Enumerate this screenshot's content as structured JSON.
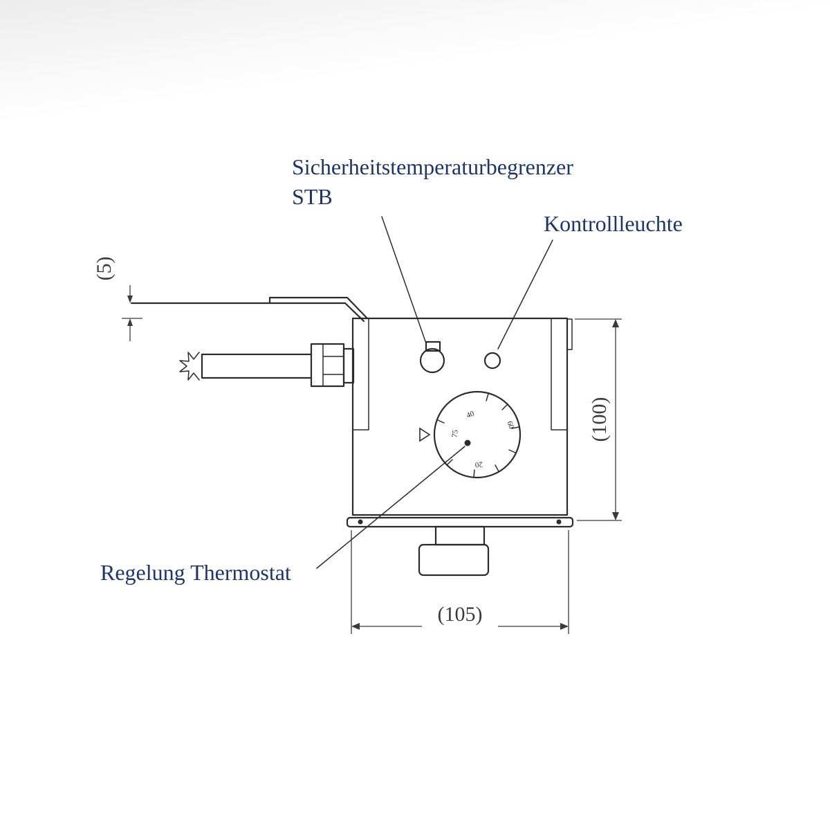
{
  "colors": {
    "label": "#1e3566",
    "line": "#2b2b2b",
    "dim": "#3a3a3a",
    "background": "#ffffff"
  },
  "annotations": {
    "stb": {
      "line1": "Sicherheitstemperaturbegrenzer",
      "line2": "STB"
    },
    "kontrollleuchte": "Kontrollleuchte",
    "regelung": "Regelung Thermostat"
  },
  "dimensions": {
    "flange_offset": "(5)",
    "body_height": "(100)",
    "body_width": "(105)"
  },
  "dial": {
    "tick_labels": [
      "40",
      "60",
      "20",
      "75"
    ]
  }
}
